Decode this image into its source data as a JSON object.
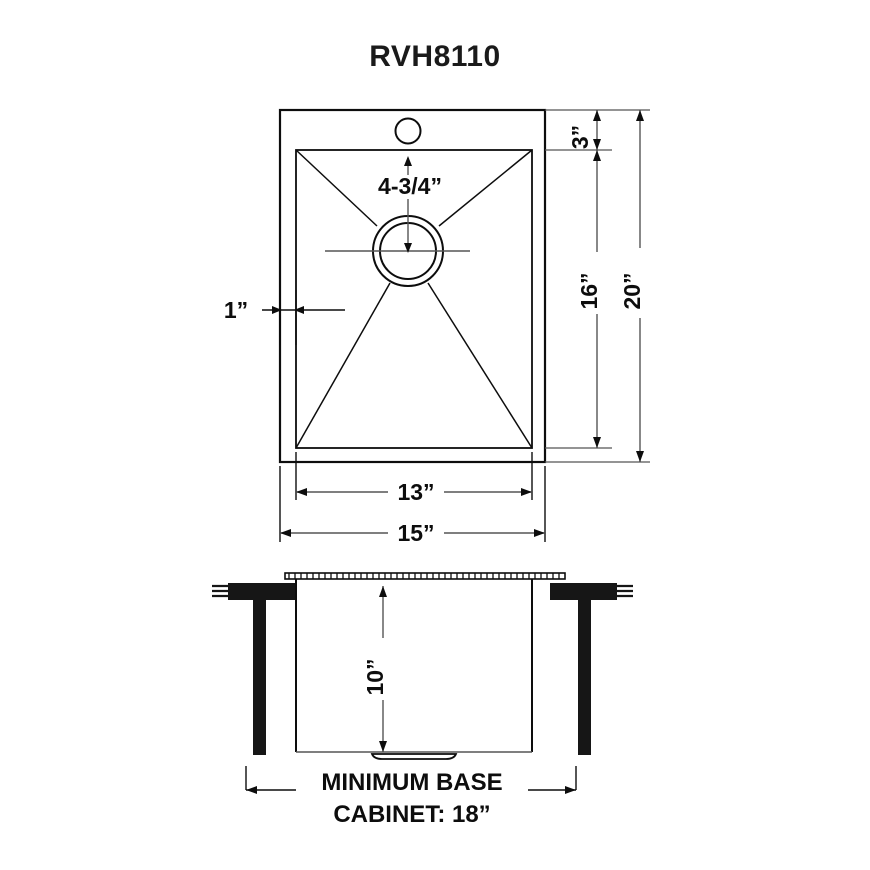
{
  "drawing": {
    "title": "RVH8110",
    "views": {
      "top": {
        "name": "top-view",
        "dimensions": {
          "rim_width": "1”",
          "faucet_offset": "4-3/4”",
          "back_ledge": "3”",
          "basin_depth_front_back": "16”",
          "overall_depth": "20”",
          "basin_width": "13”",
          "overall_width": "15”"
        },
        "features": {
          "faucet_hole": "faucet-hole",
          "drain_outer": "drain-outer-ring",
          "drain_inner": "drain-inner-ring"
        }
      },
      "section": {
        "name": "cross-section-view",
        "dimensions": {
          "bowl_depth": "10”"
        },
        "notes": {
          "cabinet_line1": "MINIMUM BASE",
          "cabinet_line2": "CABINET: 18”"
        }
      }
    },
    "colors": {
      "line": "#0d0d0d",
      "dimension_line": "#555555",
      "solid_fill": "#161616",
      "background": "#ffffff"
    }
  }
}
